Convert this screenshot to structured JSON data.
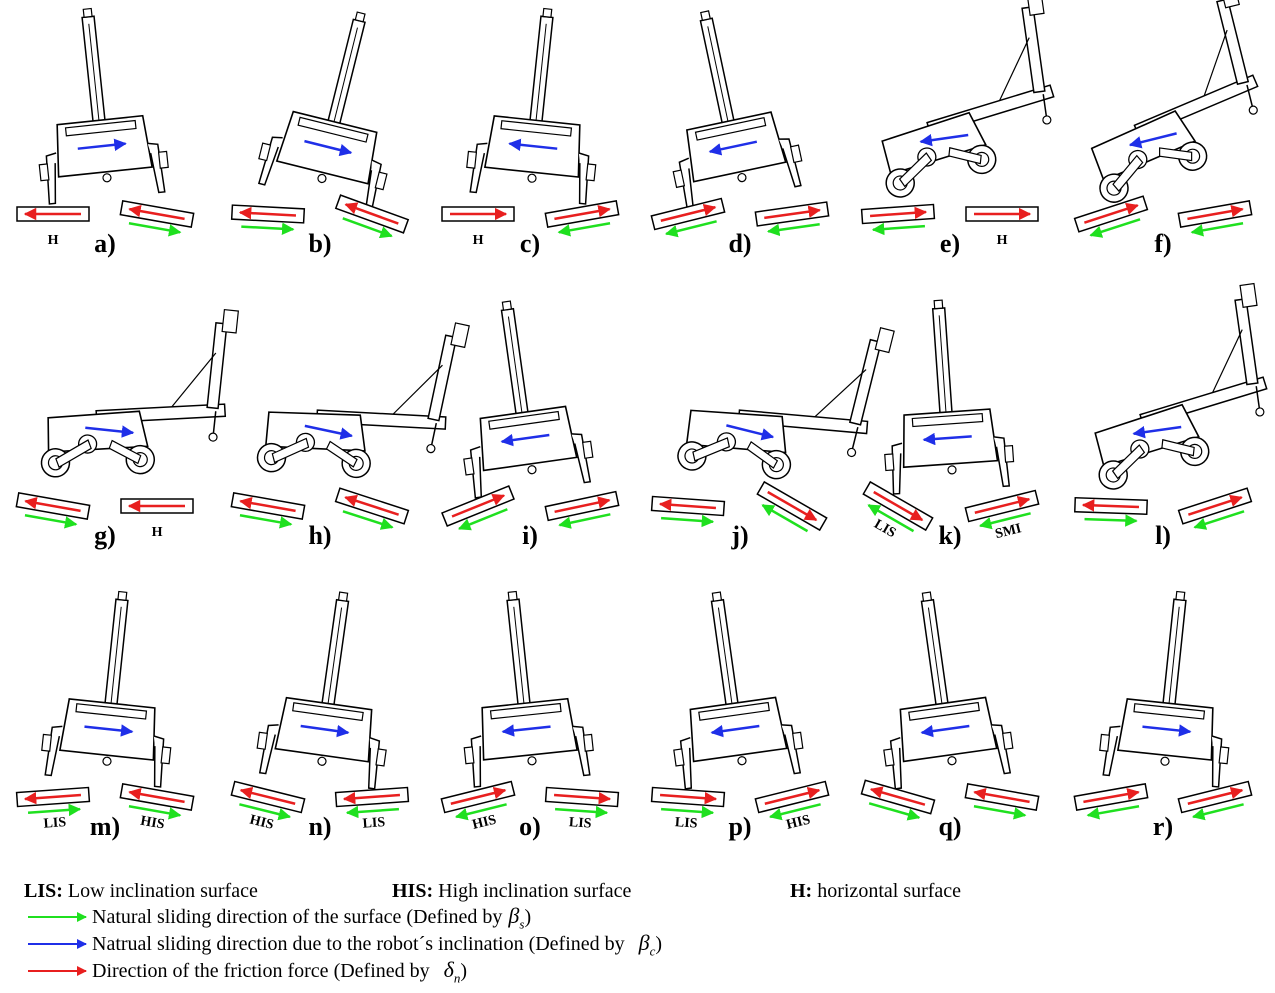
{
  "colors": {
    "natural_sliding": "#1fe01f",
    "robot_inclination": "#1f2fe8",
    "friction_force": "#e81f1f",
    "line": "#000000"
  },
  "panels": [
    {
      "label": "a)",
      "variant": "front",
      "tilt": -6,
      "blue": "right",
      "surfaces": [
        {
          "side": "L",
          "angle": 0,
          "red": "left",
          "green": null,
          "label": "H"
        },
        {
          "side": "R",
          "angle": 10,
          "red": "left",
          "green": "right",
          "label": ""
        }
      ]
    },
    {
      "label": "b)",
      "variant": "front",
      "tilt": 14,
      "blue": "right",
      "surfaces": [
        {
          "side": "L",
          "angle": 3,
          "red": "left",
          "green": "right",
          "label": ""
        },
        {
          "side": "R",
          "angle": 20,
          "red": "left",
          "green": "right",
          "label": ""
        }
      ]
    },
    {
      "label": "c)",
      "variant": "front",
      "tilt": 6,
      "blue": "left",
      "surfaces": [
        {
          "side": "L",
          "angle": 0,
          "red": "right",
          "green": null,
          "label": "H"
        },
        {
          "side": "R",
          "angle": -10,
          "red": "right",
          "green": "left",
          "label": ""
        }
      ]
    },
    {
      "label": "d)",
      "variant": "front",
      "tilt": -12,
      "blue": "left",
      "surfaces": [
        {
          "side": "L",
          "angle": -14,
          "red": "right",
          "green": "left",
          "label": ""
        },
        {
          "side": "R",
          "angle": -8,
          "red": "right",
          "green": "left",
          "label": ""
        }
      ]
    },
    {
      "label": "e)",
      "variant": "side",
      "tilt": -8,
      "blue": "left",
      "surfaces": [
        {
          "side": "L",
          "angle": -4,
          "red": "right",
          "green": "left",
          "label": ""
        },
        {
          "side": "R",
          "angle": 0,
          "red": "right",
          "green": null,
          "label": "H"
        }
      ]
    },
    {
      "label": "f)",
      "variant": "side",
      "tilt": -14,
      "blue": "left",
      "surfaces": [
        {
          "side": "L",
          "angle": -18,
          "red": "right",
          "green": "left",
          "label": ""
        },
        {
          "side": "R",
          "angle": -10,
          "red": "right",
          "green": "left",
          "label": ""
        }
      ]
    },
    {
      "label": "g)",
      "variant": "side",
      "tilt": 6,
      "blue": "right",
      "surfaces": [
        {
          "side": "L",
          "angle": 10,
          "red": "left",
          "green": "right",
          "label": ""
        },
        {
          "side": "R",
          "angle": 0,
          "red": "left",
          "green": null,
          "label": "H"
        }
      ]
    },
    {
      "label": "h)",
      "variant": "side",
      "tilt": 12,
      "blue": "right",
      "surfaces": [
        {
          "side": "L",
          "angle": 10,
          "red": "left",
          "green": "right",
          "label": ""
        },
        {
          "side": "R",
          "angle": 18,
          "red": "left",
          "green": "right",
          "label": ""
        }
      ]
    },
    {
      "label": "i)",
      "variant": "front",
      "tilt": -8,
      "blue": "left",
      "surfaces": [
        {
          "side": "L",
          "angle": -22,
          "red": "right",
          "green": "left",
          "label": ""
        },
        {
          "side": "R",
          "angle": -12,
          "red": "right",
          "green": "left",
          "label": ""
        }
      ]
    },
    {
      "label": "j)",
      "variant": "side",
      "tilt": 14,
      "blue": "right",
      "surfaces": [
        {
          "side": "L",
          "angle": 4,
          "red": "left",
          "green": "right",
          "label": ""
        },
        {
          "side": "R",
          "angle": 30,
          "red": "right",
          "green": "left",
          "label": ""
        }
      ]
    },
    {
      "label": "k)",
      "variant": "front",
      "tilt": -4,
      "blue": "left",
      "surfaces": [
        {
          "side": "L",
          "angle": 30,
          "red": "right",
          "green": "left",
          "label": "LIS"
        },
        {
          "side": "R",
          "angle": -14,
          "red": "right",
          "green": "left",
          "label": "SMI"
        }
      ]
    },
    {
      "label": "l)",
      "variant": "side",
      "tilt": -8,
      "blue": "left",
      "surfaces": [
        {
          "side": "L",
          "angle": 2,
          "red": "left",
          "green": "right",
          "label": ""
        },
        {
          "side": "R",
          "angle": -18,
          "red": "right",
          "green": "left",
          "label": ""
        }
      ]
    },
    {
      "label": "m)",
      "variant": "front",
      "tilt": 6,
      "blue": "right",
      "surfaces": [
        {
          "side": "L",
          "angle": -4,
          "red": "left",
          "green": "right",
          "label": "LIS"
        },
        {
          "side": "R",
          "angle": 10,
          "red": "left",
          "green": "right",
          "label": "HIS"
        }
      ]
    },
    {
      "label": "n)",
      "variant": "front",
      "tilt": 8,
      "blue": "right",
      "surfaces": [
        {
          "side": "L",
          "angle": 14,
          "red": "left",
          "green": "right",
          "label": "HIS"
        },
        {
          "side": "R",
          "angle": -4,
          "red": "left",
          "green": "left",
          "label": "LIS"
        }
      ]
    },
    {
      "label": "o)",
      "variant": "front",
      "tilt": -6,
      "blue": "left",
      "surfaces": [
        {
          "side": "L",
          "angle": -14,
          "red": "right",
          "green": "left",
          "label": "HIS"
        },
        {
          "side": "R",
          "angle": 4,
          "red": "right",
          "green": "right",
          "label": "LIS"
        }
      ]
    },
    {
      "label": "p)",
      "variant": "front",
      "tilt": -8,
      "blue": "left",
      "surfaces": [
        {
          "side": "L",
          "angle": 4,
          "red": "right",
          "green": "right",
          "label": "LIS"
        },
        {
          "side": "R",
          "angle": -14,
          "red": "right",
          "green": "left",
          "label": "HIS"
        }
      ]
    },
    {
      "label": "q)",
      "variant": "front",
      "tilt": -8,
      "blue": "left",
      "surfaces": [
        {
          "side": "L",
          "angle": 16,
          "red": "left",
          "green": "right",
          "label": ""
        },
        {
          "side": "R",
          "angle": 10,
          "red": "left",
          "green": "right",
          "label": ""
        }
      ]
    },
    {
      "label": "r)",
      "variant": "front",
      "tilt": 6,
      "blue": "right",
      "surfaces": [
        {
          "side": "L",
          "angle": -10,
          "red": "right",
          "green": "left",
          "label": ""
        },
        {
          "side": "R",
          "angle": -14,
          "red": "right",
          "green": "left",
          "label": ""
        }
      ]
    }
  ],
  "legend": {
    "abbreviations": [
      {
        "abbr": "LIS:",
        "text": "Low inclination surface"
      },
      {
        "abbr": "HIS:",
        "text": "High inclination surface"
      },
      {
        "abbr": "H:",
        "text": "horizontal surface"
      }
    ],
    "arrows": [
      {
        "color_key": "natural_sliding",
        "text": "Natural sliding direction of the surface (Defined by",
        "symbol": "β",
        "subscript": "s",
        "close": ")"
      },
      {
        "color_key": "robot_inclination",
        "text": "Natrual sliding direction due to the robot´s inclination (Defined by",
        "symbol": "β",
        "subscript": "c",
        "close": ")"
      },
      {
        "color_key": "friction_force",
        "text": "Direction of the friction force (Defined by",
        "symbol": "δ",
        "subscript": "n",
        "close": ")"
      }
    ]
  }
}
